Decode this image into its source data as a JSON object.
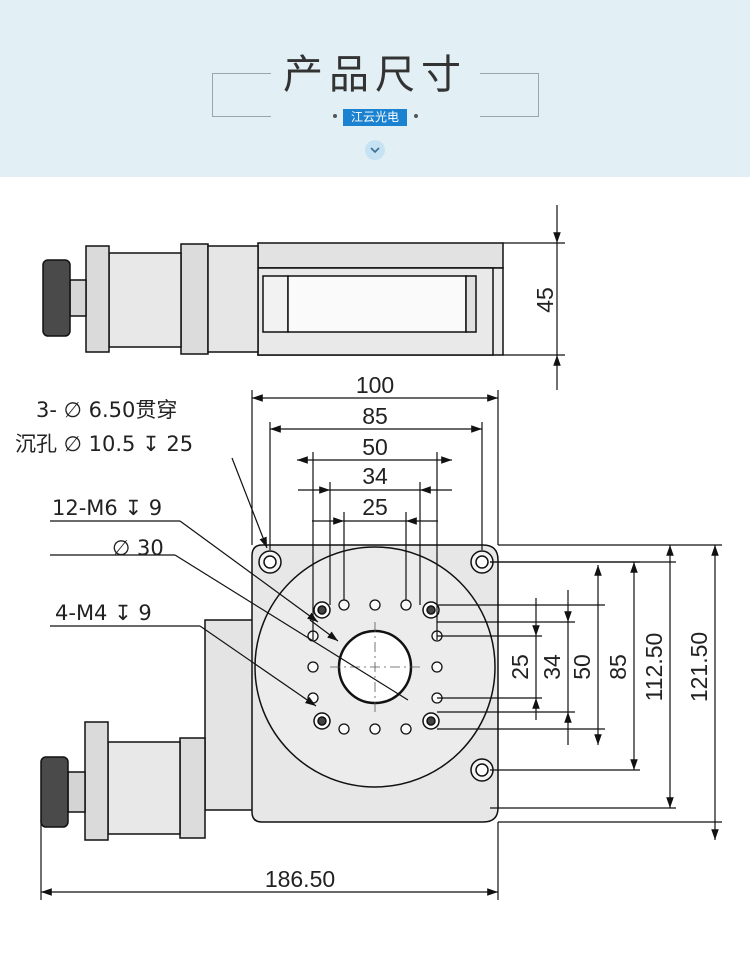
{
  "header": {
    "title": "产品尺寸",
    "brand": "江云光电"
  },
  "callouts": {
    "through_holes": "3- ∅ 6.50贯穿",
    "counterbore": "沉孔 ∅ 10.5 ↧ 25",
    "m6": "12-M6 ↧ 9",
    "center_bore": "∅ 30",
    "m4": "4-M4 ↧ 9"
  },
  "dimensions": {
    "height": "45",
    "top": [
      "100",
      "85",
      "50",
      "34",
      "25"
    ],
    "right": [
      "25",
      "34",
      "50",
      "85",
      "112.50",
      "121.50"
    ],
    "bottom": "186.50"
  },
  "colors": {
    "header_bg": "#e2f0f5",
    "brand_bg": "#1a82d0",
    "part_fill": "#e6e6e6",
    "outline": "#111111"
  }
}
